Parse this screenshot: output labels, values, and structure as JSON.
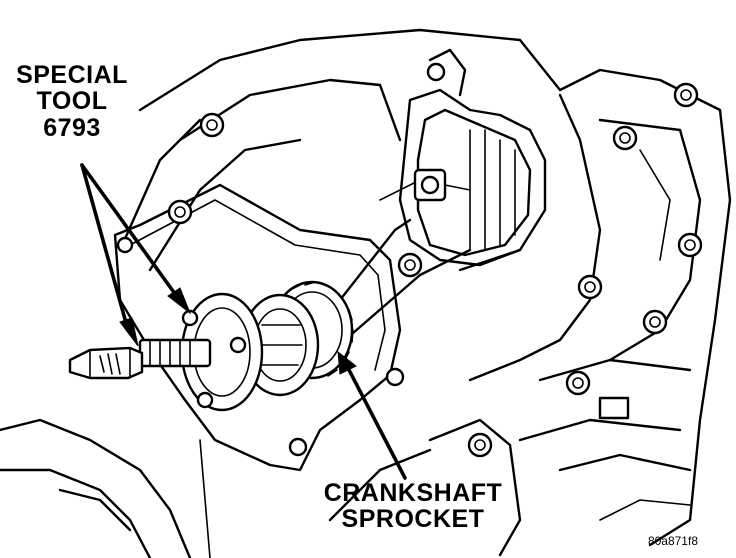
{
  "labels": {
    "special_tool": "SPECIAL\nTOOL\n6793",
    "crankshaft_sprocket": "CRANKSHAFT\nSPROCKET",
    "figure_id": "80a871f8"
  },
  "colors": {
    "line": "#000000",
    "background": "#ffffff"
  }
}
